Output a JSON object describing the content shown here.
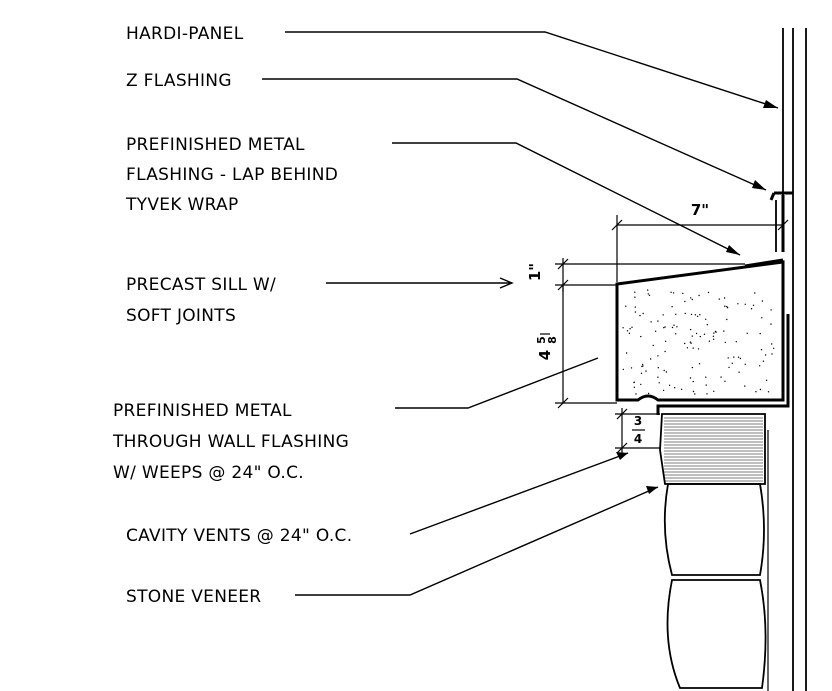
{
  "labels": {
    "hardi_panel": "HARDI-PANEL",
    "z_flashing": "Z FLASHING",
    "prefinished_flashing": [
      "PREFINISHED METAL",
      "FLASHING - LAP BEHIND",
      "TYVEK WRAP"
    ],
    "precast_sill": [
      "PRECAST SILL W/",
      "SOFT JOINTS"
    ],
    "through_wall_flashing": [
      "PREFINISHED METAL",
      "THROUGH WALL FLASHING",
      "W/ WEEPS @ 24\" O.C."
    ],
    "cavity_vents": "CAVITY VENTS @ 24\" O.C.",
    "stone_veneer": "STONE VENEER"
  },
  "dimensions": {
    "sill_depth": "7\"",
    "sill_slope": "1\"",
    "sill_height_whole": "4",
    "sill_height_num": "5",
    "sill_height_den": "8",
    "flashing_num": "3",
    "flashing_den": "4"
  }
}
